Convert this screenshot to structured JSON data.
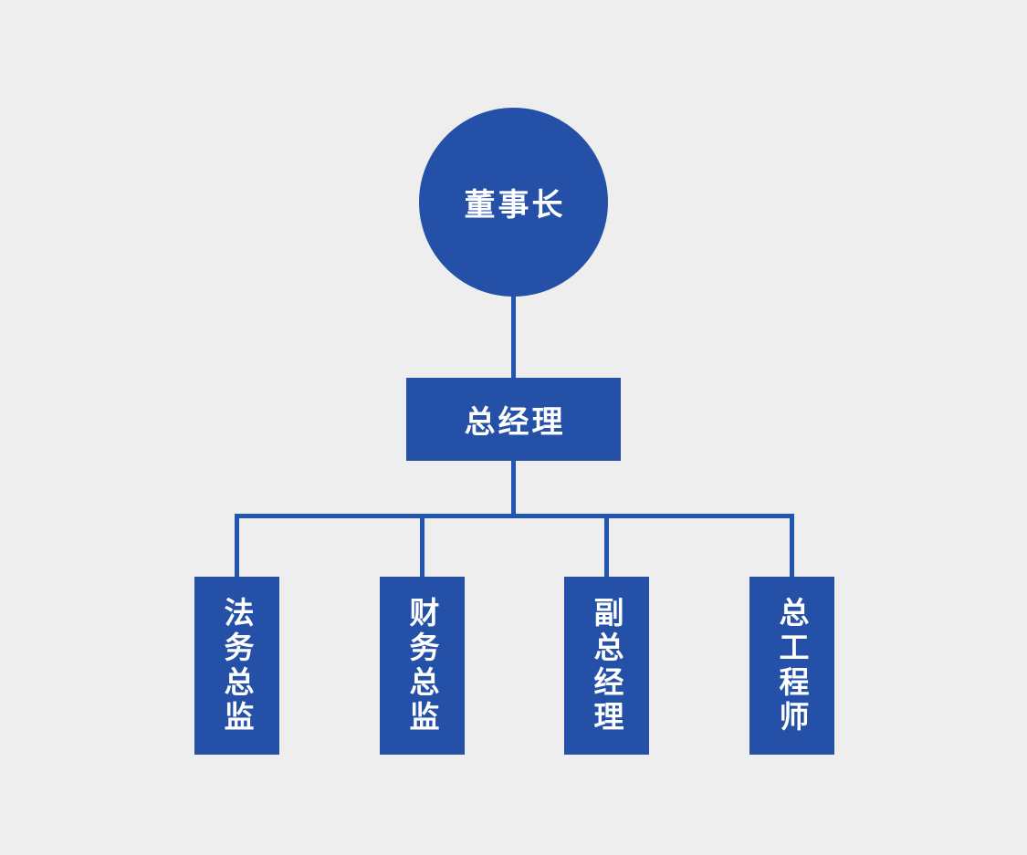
{
  "org_chart": {
    "chairman": {
      "label": "董事长",
      "shape": "circle"
    },
    "general_manager": {
      "label": "总经理",
      "shape": "rectangle"
    },
    "departments": [
      {
        "label": "法务总监"
      },
      {
        "label": "财务总监"
      },
      {
        "label": "副总经理"
      },
      {
        "label": "总工程师"
      }
    ]
  },
  "colors": {
    "node_fill": "#2451a7",
    "connector": "#2155b2",
    "background": "#eeeeef",
    "text": "#ffffff"
  }
}
